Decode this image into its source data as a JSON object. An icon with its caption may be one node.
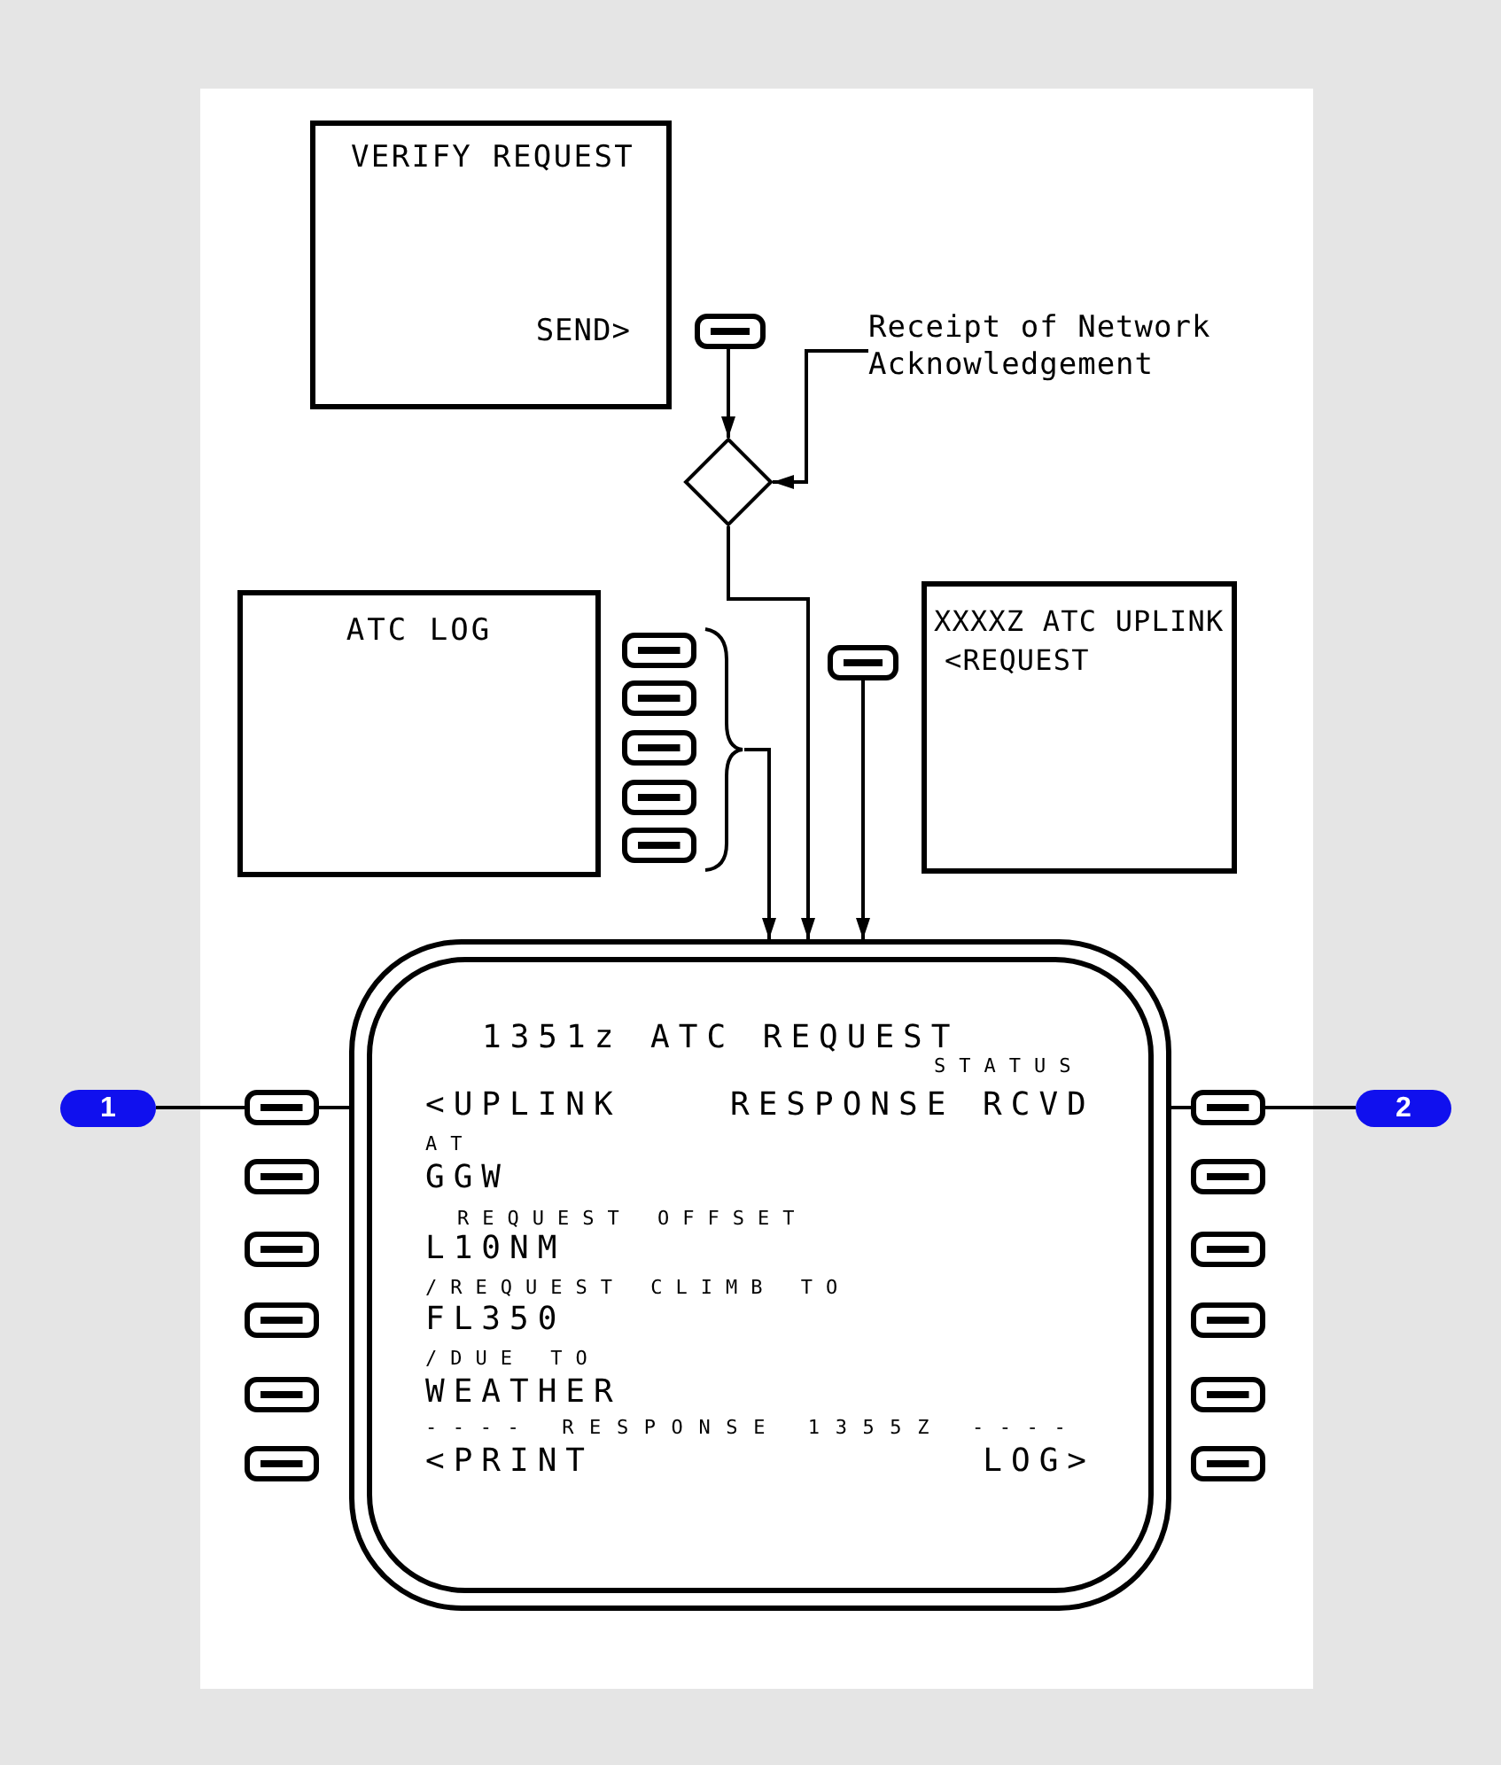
{
  "diagram": {
    "nodes": [
      {
        "text": [
          "VERIFY REQUEST",
          "SEND>"
        ]
      },
      {
        "text": [],
        "shape": "key"
      },
      {
        "text": [],
        "shape": "diamond"
      },
      {
        "text": [
          "Receipt of Network Acknowledgement"
        ]
      },
      {
        "text": [
          "ATC LOG"
        ]
      },
      {
        "text": [],
        "shape": "key"
      },
      {
        "text": [],
        "shape": "key"
      },
      {
        "text": [],
        "shape": "key"
      },
      {
        "text": [],
        "shape": "key"
      },
      {
        "text": [],
        "shape": "key"
      },
      {
        "text": [],
        "shape": "brace"
      },
      {
        "text": [],
        "shape": "key"
      },
      {
        "text": [
          "XXXXZ ATC UPLINK",
          "<REQUEST"
        ]
      },
      {
        "text": [
          "1351z ATC REQUEST",
          "STATUS",
          "AT",
          "GGW",
          "REQUEST OFFSET",
          "L10NM",
          "/REQUEST CLIMB TO",
          "FL350",
          "/DUE TO",
          "WEATHER",
          "---- RESPONSE 1355Z ----",
          "<PRINT",
          "LOG>"
        ]
      },
      {
        "text": [
          "<UPLINK"
        ],
        "in": 13
      },
      {
        "text": [
          "RESPONSE RCVD"
        ],
        "in": 13
      },
      {
        "text": [],
        "shape": "key"
      },
      {
        "text": [],
        "shape": "key"
      },
      {
        "text": [],
        "shape": "key"
      },
      {
        "text": [],
        "shape": "key"
      },
      {
        "text": [],
        "shape": "key"
      },
      {
        "text": [],
        "shape": "key"
      },
      {
        "text": [],
        "shape": "key"
      },
      {
        "text": [],
        "shape": "key"
      },
      {
        "text": [],
        "shape": "key"
      },
      {
        "text": [],
        "shape": "key"
      },
      {
        "text": [],
        "shape": "key"
      },
      {
        "text": [],
        "shape": "key"
      },
      {
        "text": [
          "1"
        ]
      },
      {
        "text": [
          "2"
        ]
      }
    ],
    "edges": [
      {
        "from": 1,
        "to": 2,
        "arrow": "to"
      },
      {
        "from": 3,
        "to": 2,
        "arrow": "to"
      },
      {
        "from": 2,
        "to": 13,
        "arrow": "to"
      },
      {
        "from": 10,
        "to": 13,
        "arrow": "to"
      },
      {
        "from": 11,
        "to": 13,
        "arrow": "to"
      },
      {
        "from": 28,
        "to": 16,
        "arrow": "none"
      },
      {
        "from": 16,
        "to": 14,
        "arrow": "to"
      },
      {
        "from": 29,
        "to": 22,
        "arrow": "none"
      },
      {
        "from": 22,
        "to": 15,
        "arrow": "to"
      }
    ]
  }
}
